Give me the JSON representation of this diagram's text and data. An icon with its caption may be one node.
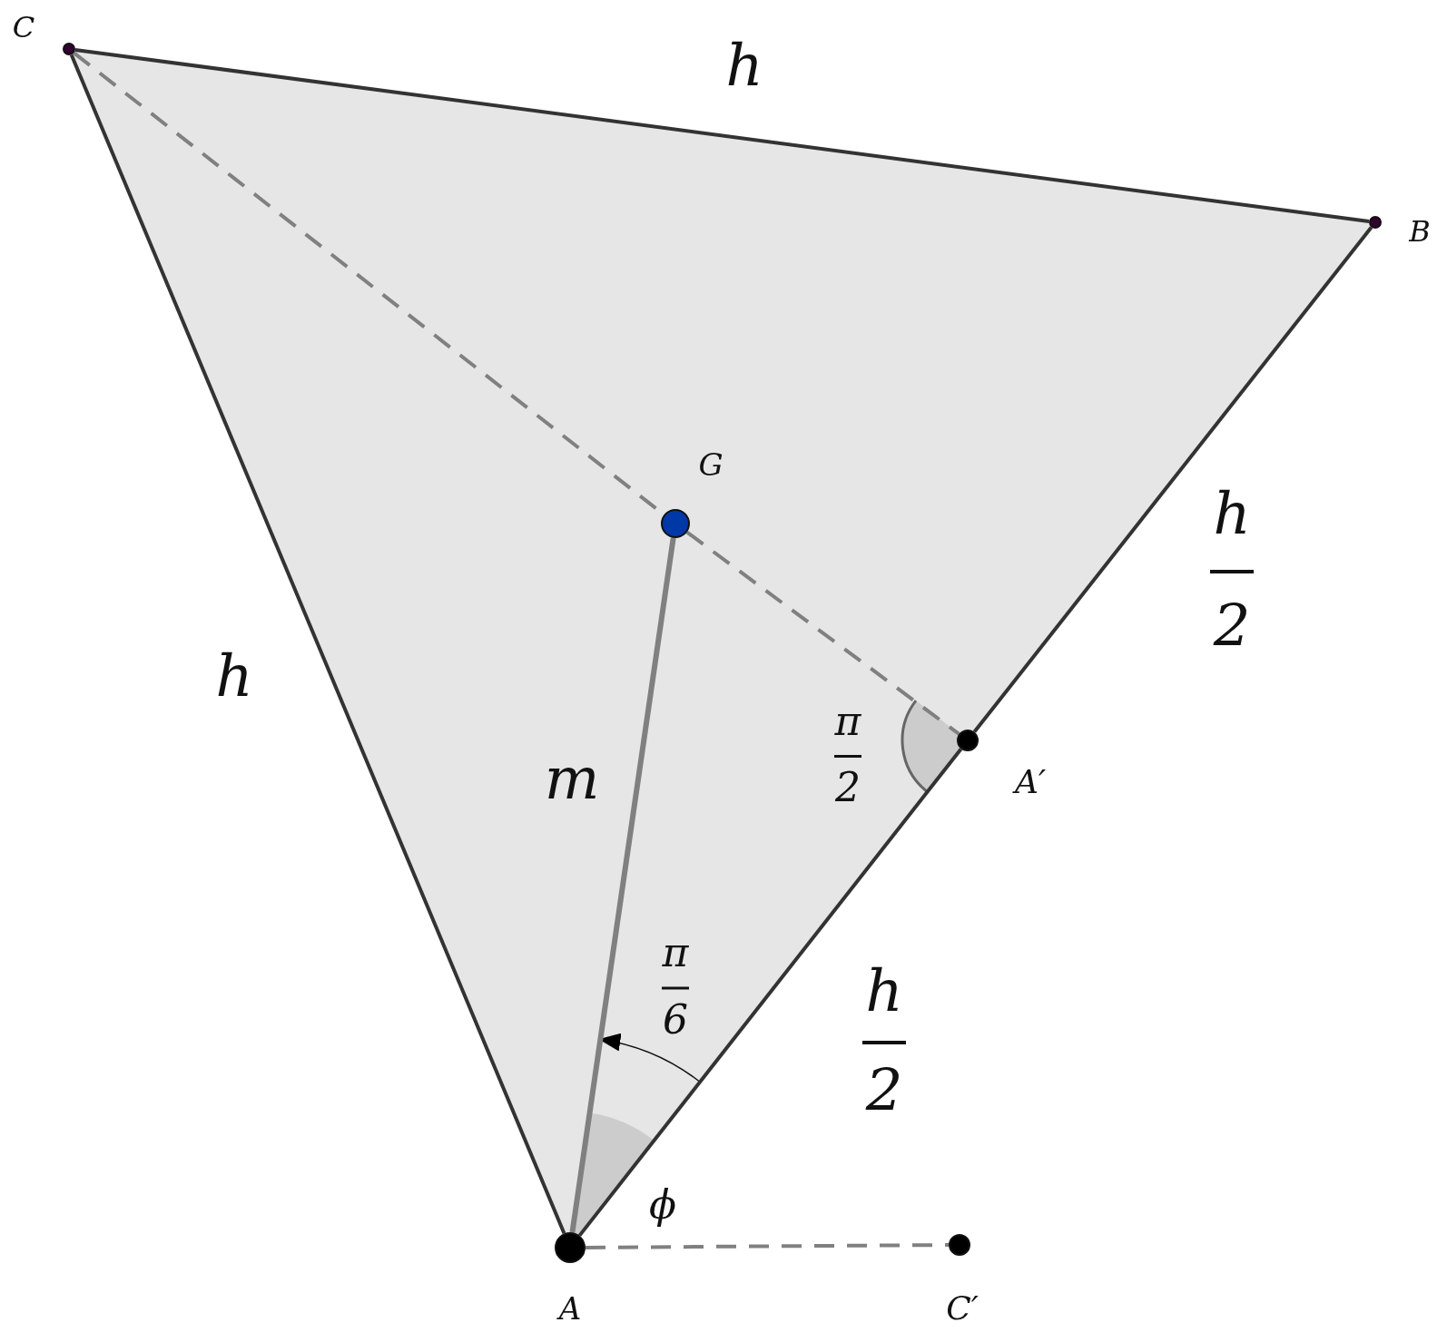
{
  "diagram": {
    "nodes": [
      {
        "text": [],
        "shape": "circle",
        "beside": [
          "C"
        ]
      },
      {
        "text": [],
        "shape": "circle",
        "beside": [
          "B"
        ]
      },
      {
        "text": [],
        "shape": "circle",
        "beside": [
          "G"
        ]
      },
      {
        "text": [],
        "shape": "circle",
        "beside": [
          "A′"
        ]
      },
      {
        "text": [],
        "shape": "circle",
        "beside": [
          "A"
        ]
      },
      {
        "text": [],
        "shape": "circle",
        "beside": [
          "C′"
        ]
      }
    ],
    "edges": [
      {
        "from": 0,
        "to": 1,
        "arrow": "none"
      },
      {
        "from": 1,
        "to": 3,
        "arrow": "none"
      },
      {
        "from": 3,
        "to": 4,
        "arrow": "none"
      },
      {
        "from": 4,
        "to": 0,
        "arrow": "none"
      },
      {
        "from": 0,
        "to": 2,
        "arrow": "none",
        "style": "dashed",
        "color": "#808080"
      },
      {
        "from": 2,
        "to": 3,
        "arrow": "none",
        "style": "dashed",
        "color": "#808080"
      },
      {
        "from": 2,
        "to": 4,
        "arrow": "none",
        "color": "#808080"
      },
      {
        "from": 4,
        "to": 5,
        "arrow": "none",
        "style": "dashed",
        "color": "#808080"
      }
    ],
    "labels": [
      "h",
      "h",
      "2",
      "h",
      "m",
      "π",
      "2",
      "π",
      "6",
      "h",
      "2",
      "ϕ"
    ]
  }
}
